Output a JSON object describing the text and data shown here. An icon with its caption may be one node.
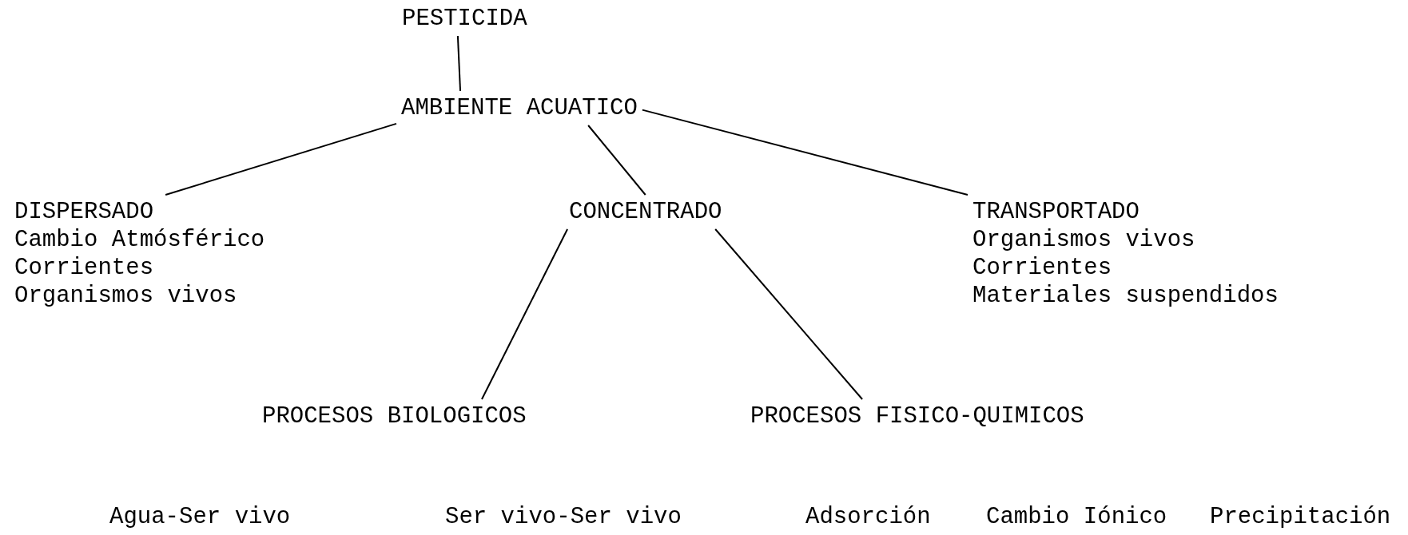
{
  "diagram": {
    "nodes": [
      {
        "text": [
          "PESTICIDA"
        ]
      },
      {
        "text": [
          "AMBIENTE ACUATICO"
        ]
      },
      {
        "text": [
          "DISPERSADO",
          "Cambio Atmósférico",
          "Corrientes",
          "Organismos vivos"
        ]
      },
      {
        "text": [
          "CONCENTRADO"
        ]
      },
      {
        "text": [
          "TRANSPORTADO",
          "Organismos vivos",
          "Corrientes",
          "Materiales suspendidos"
        ]
      },
      {
        "text": [
          "PROCESOS BIOLOGICOS"
        ]
      },
      {
        "text": [
          "PROCESOS FISICO-QUIMICOS"
        ]
      }
    ],
    "edges": [
      {
        "from": 0,
        "to": 1,
        "arrow": "none"
      },
      {
        "from": 1,
        "to": 2,
        "arrow": "none"
      },
      {
        "from": 1,
        "to": 3,
        "arrow": "none"
      },
      {
        "from": 1,
        "to": 4,
        "arrow": "none"
      },
      {
        "from": 3,
        "to": 5,
        "arrow": "none"
      },
      {
        "from": 3,
        "to": 6,
        "arrow": "none"
      }
    ],
    "labels": [
      "Agua-Ser vivo",
      "Ser vivo-Ser vivo",
      "Adsorción",
      "Cambio Iónico",
      "Precipitación"
    ]
  }
}
